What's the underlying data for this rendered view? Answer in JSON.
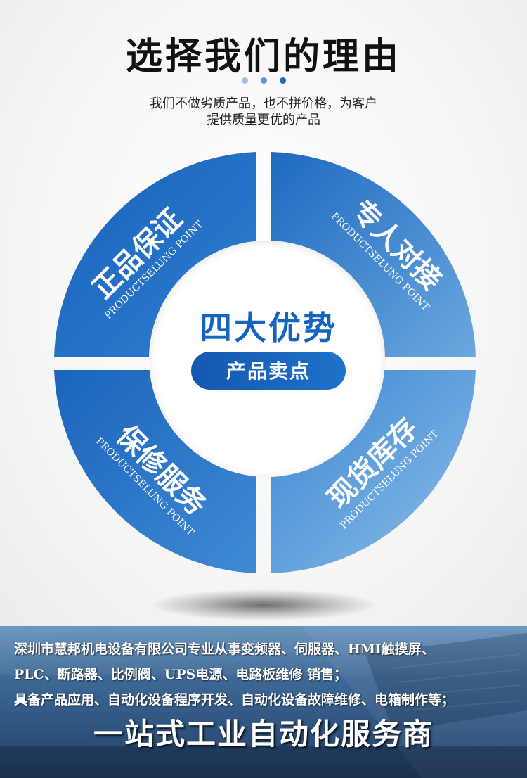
{
  "header": {
    "title": "选择我们的理由",
    "subtitle_line1": "我们不做劣质产品，也不拼价格，为客户",
    "subtitle_line2": "提供质量更优的产品",
    "dot_colors": [
      "#9ec1e6",
      "#5b97d6",
      "#1f69be"
    ]
  },
  "wheel": {
    "center_title": "四大优势",
    "center_badge": "产品卖点",
    "quadrants": [
      {
        "title": "正品保证",
        "sub": "PRODUCTSELUNG POINT"
      },
      {
        "title": "专人对接",
        "sub": "PRODUCTSELUNG POINT"
      },
      {
        "title": "保修服务",
        "sub": "PRODUCTSELUNG POINT"
      },
      {
        "title": "现货库存",
        "sub": "PRODUCTSELUNG POINT"
      }
    ],
    "colors": {
      "primary": "#1f6bc2",
      "light": "#66a6dc",
      "accent": "#1565c0"
    }
  },
  "footer": {
    "line1": "深圳市慧邦机电设备有限公司专业从事变频器、伺服器、HMI触摸屏、",
    "line2": "PLC、断路器、比例阀、UPS电源、电路板维修 销售；",
    "line3": "具备产品应用、自动化设备程序开发、自动化设备故障维修、电箱制作等；",
    "slogan": "一站式工业自动化服务商"
  }
}
